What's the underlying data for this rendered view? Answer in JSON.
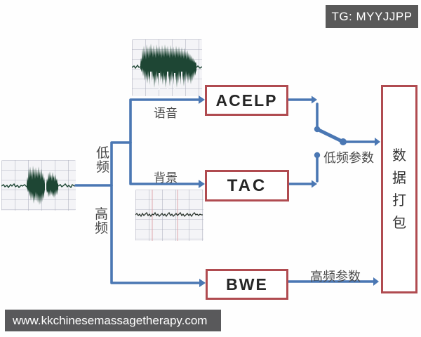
{
  "badge": {
    "text": "TG: MYYJJPP"
  },
  "watermark": {
    "text": "www.kkchinesemassagetherapy.com"
  },
  "diagram": {
    "nodes": {
      "acelp": "ACELP",
      "tac": "TAC",
      "bwe": "BWE",
      "packer": "数据打包"
    },
    "edge_labels": {
      "speech": "语音",
      "background": "背景",
      "low_band": "低频",
      "high_band": "高频",
      "low_params": "低频参数",
      "high_params": "高频参数"
    },
    "icons": {
      "input_waveform": "speech-waveform-image",
      "speech_waveform": "speech-burst-image",
      "noise_waveform": "background-noise-image"
    },
    "colors": {
      "wire_blue": "#4a77b3",
      "node_border_red": "#b04b50",
      "waveform_green": "#1e4634",
      "badge_gray": "#595959",
      "label_gray": "#4b4b4b"
    }
  }
}
